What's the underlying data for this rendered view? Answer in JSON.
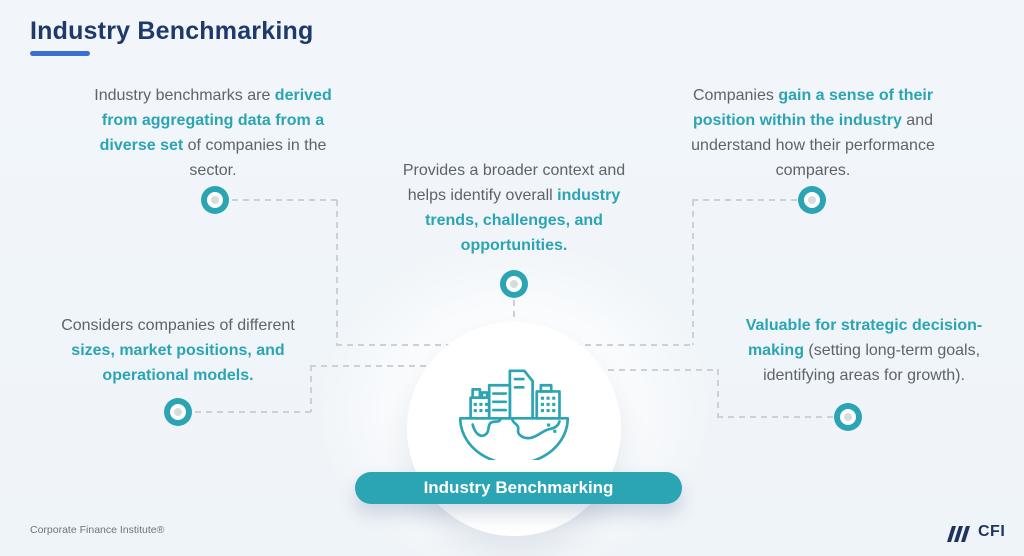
{
  "page": {
    "title": "Industry Benchmarking",
    "colors": {
      "accent_teal": "#2BA4B3",
      "title_navy": "#1D3A6B",
      "underline_blue": "#3B6FD3",
      "body_gray": "#5D6369",
      "dash_gray": "#CBD1D6",
      "background": "#F1F5F9"
    }
  },
  "blocks": {
    "top_left": {
      "lines": [
        [
          "Industry benchmarks are ",
          "derived"
        ],
        [
          "from aggregating data from a"
        ],
        [
          "diverse set",
          " of companies in the"
        ],
        [
          "sector."
        ]
      ]
    },
    "center_top": {
      "lines": [
        [
          "Provides a broader context and"
        ],
        [
          "helps identify overall ",
          "industry"
        ],
        [
          "trends, challenges, and"
        ],
        [
          "opportunities."
        ]
      ]
    },
    "top_right": {
      "lines": [
        [
          "Companies ",
          "gain a sense of their"
        ],
        [
          "position within the industry",
          " and"
        ],
        [
          "understand how their performance"
        ],
        [
          "compares."
        ]
      ]
    },
    "bottom_left": {
      "lines": [
        [
          "Considers companies of different"
        ],
        [
          "sizes, market positions, and"
        ],
        [
          "operational models."
        ]
      ]
    },
    "bottom_right": {
      "lines": [
        [
          "Valuable for strategic decision-"
        ],
        [
          "making",
          " (setting long-term goals,"
        ],
        [
          "identifying areas for growth)."
        ]
      ]
    }
  },
  "center": {
    "icon": "city-globe-icon",
    "label": "Industry Benchmarking"
  },
  "footer": {
    "brand": "Corporate Finance Institute®",
    "logo_icon": "cfi-logo-icon",
    "logo_text": "CFI"
  }
}
